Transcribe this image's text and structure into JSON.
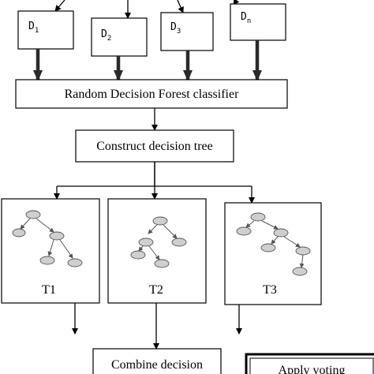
{
  "datasets": [
    {
      "letter": "D",
      "sub": "1"
    },
    {
      "letter": "D",
      "sub": "2"
    },
    {
      "letter": "D",
      "sub": "3"
    },
    {
      "letter": "D",
      "sub": "n"
    }
  ],
  "classifier_label": "Random Decision Forest classifier",
  "construct_label": "Construct decision tree",
  "trees": [
    {
      "label": "T1"
    },
    {
      "label": "T2"
    },
    {
      "label": "T3"
    }
  ],
  "combine_label": "Combine decision",
  "voting_label": "Apply voting"
}
